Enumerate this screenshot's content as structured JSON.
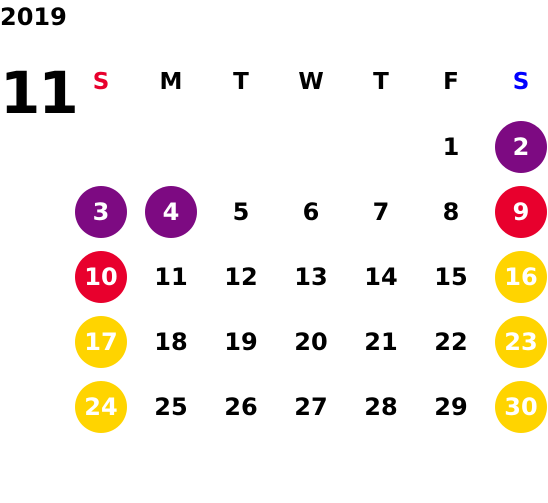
{
  "year": "2019",
  "month": "11",
  "weekdays": [
    {
      "label": "S",
      "color": "#e8002d"
    },
    {
      "label": "M",
      "color": "#000000"
    },
    {
      "label": "T",
      "color": "#000000"
    },
    {
      "label": "W",
      "color": "#000000"
    },
    {
      "label": "T",
      "color": "#000000"
    },
    {
      "label": "F",
      "color": "#000000"
    },
    {
      "label": "S",
      "color": "#0000ff"
    }
  ],
  "colors": {
    "purple": "#7d0a82",
    "red": "#e8002d",
    "yellow": "#ffd400"
  },
  "weeks": [
    [
      null,
      null,
      null,
      null,
      null,
      {
        "day": "1"
      },
      {
        "day": "2",
        "highlight": "purple"
      }
    ],
    [
      {
        "day": "3",
        "highlight": "purple"
      },
      {
        "day": "4",
        "highlight": "purple"
      },
      {
        "day": "5"
      },
      {
        "day": "6"
      },
      {
        "day": "7"
      },
      {
        "day": "8"
      },
      {
        "day": "9",
        "highlight": "red"
      }
    ],
    [
      {
        "day": "10",
        "highlight": "red"
      },
      {
        "day": "11"
      },
      {
        "day": "12"
      },
      {
        "day": "13"
      },
      {
        "day": "14"
      },
      {
        "day": "15"
      },
      {
        "day": "16",
        "highlight": "yellow"
      }
    ],
    [
      {
        "day": "17",
        "highlight": "yellow"
      },
      {
        "day": "18"
      },
      {
        "day": "19"
      },
      {
        "day": "20"
      },
      {
        "day": "21"
      },
      {
        "day": "22"
      },
      {
        "day": "23",
        "highlight": "yellow"
      }
    ],
    [
      {
        "day": "24",
        "highlight": "yellow"
      },
      {
        "day": "25"
      },
      {
        "day": "26"
      },
      {
        "day": "27"
      },
      {
        "day": "28"
      },
      {
        "day": "29"
      },
      {
        "day": "30",
        "highlight": "yellow"
      }
    ]
  ]
}
